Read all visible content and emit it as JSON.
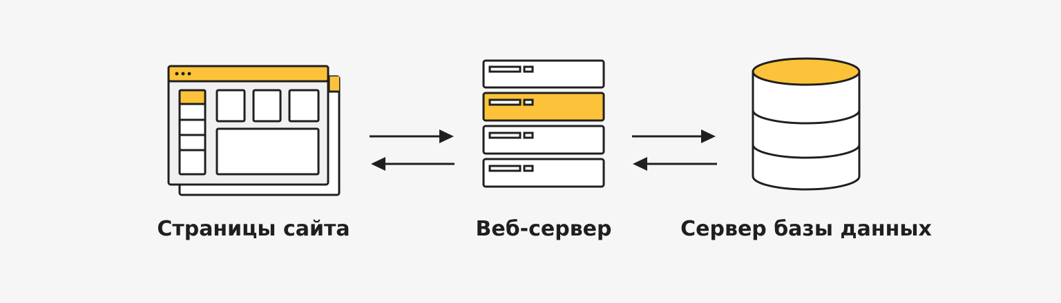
{
  "colors": {
    "background": "#f6f6f6",
    "outline": "#1f1f1f",
    "accent": "#fcc33a",
    "fill": "#ffffff",
    "window_body": "#f0f0f0"
  },
  "nodes": {
    "pages": {
      "label": "Страницы сайта",
      "icon": "browser-window-icon"
    },
    "web_server": {
      "label": "Веб-сервер",
      "icon": "server-rack-icon"
    },
    "database": {
      "label": "Сервер базы данных",
      "icon": "database-cylinder-icon"
    }
  },
  "connections": [
    {
      "from": "pages",
      "to": "web_server",
      "direction": "bidirectional"
    },
    {
      "from": "web_server",
      "to": "database",
      "direction": "bidirectional"
    }
  ]
}
